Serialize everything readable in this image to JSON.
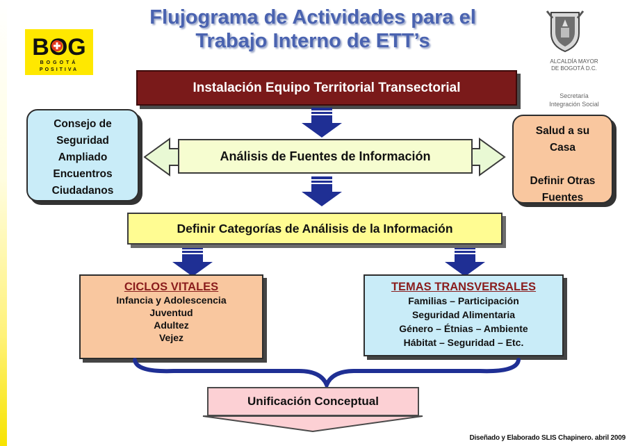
{
  "logo": {
    "main": "BOG",
    "line1": "BOGOTÁ",
    "line2": "POSITIVA"
  },
  "title": {
    "line1": "Flujograma de Actividades para el",
    "line2": "Trabajo Interno de ETT’s"
  },
  "entity": {
    "line1": "ALCALDÍA MAYOR",
    "line2": "DE BOGOTÁ D.C.",
    "line3": "Secretaría",
    "line4": "Integración Social"
  },
  "colors": {
    "title": "#4a63b0",
    "top_box": "#7a1a1a",
    "arrow": "#1f2f94",
    "cyan_box": "#c9ecf8",
    "orange_box": "#f9c79f",
    "yellow_box": "#fffc92",
    "pink_box": "#fcd0d4"
  },
  "flow": {
    "top": "Instalación Equipo Territorial Transectorial",
    "left_lines": [
      "Consejo de",
      "Seguridad",
      "Ampliado",
      "Encuentros",
      "Ciudadanos"
    ],
    "analysis": "Análisis de Fuentes de Información",
    "right_lines": [
      "Salud a su",
      "Casa",
      "",
      "Definir Otras",
      "Fuentes"
    ],
    "categories": "Definir Categorías de Análisis de la Información",
    "ciclos": {
      "heading": "CICLOS VITALES",
      "items": [
        "Infancia y Adolescencia",
        "Juventud",
        "Adultez",
        "Vejez"
      ]
    },
    "temas": {
      "heading": "TEMAS TRANSVERSALES",
      "items": [
        "Familias – Participación",
        "Seguridad Alimentaria",
        "Género – Étnias – Ambiente",
        "Hábitat – Seguridad – Etc."
      ]
    },
    "unification": "Unificación Conceptual"
  },
  "credit": "Diseñado y Elaborado SLIS Chapinero. abril 2009"
}
